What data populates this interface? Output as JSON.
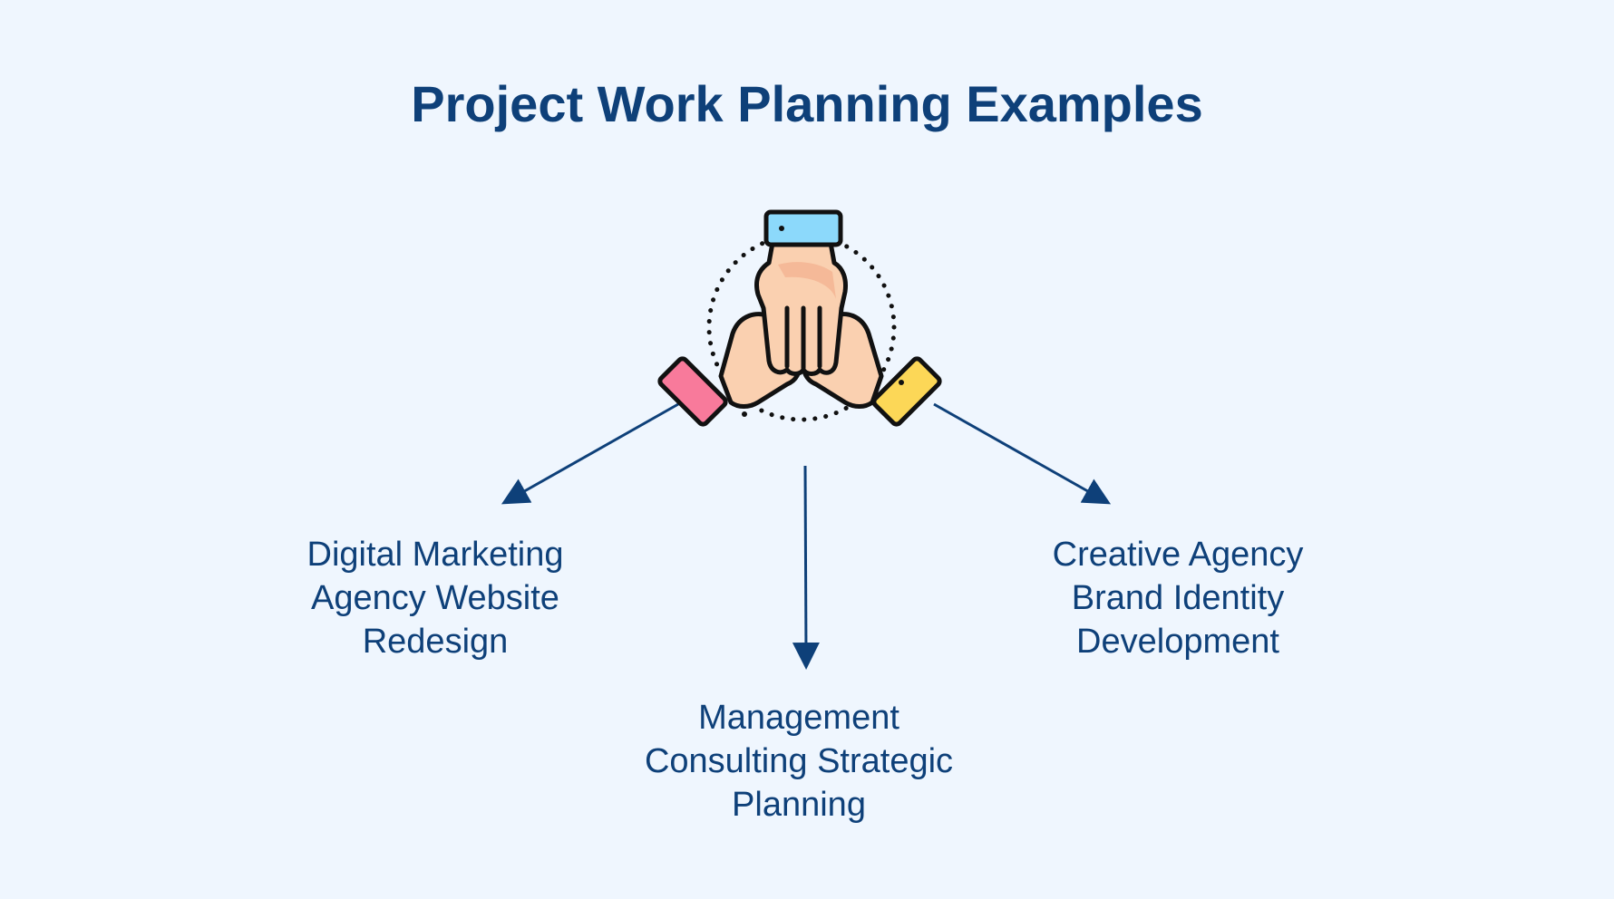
{
  "title": "Project Work Planning Examples",
  "icon": "teamwork-hands-icon",
  "colors": {
    "background": "#EFF6FE",
    "text": "#0E4079",
    "arrow": "#0E4079",
    "skin": "#FAD0B0",
    "cuff_blue": "#8CD9FB",
    "cuff_pink": "#F87A9B",
    "cuff_yellow": "#FCD757"
  },
  "examples": [
    {
      "id": "digital-marketing",
      "lines": [
        "Digital Marketing",
        "Agency Website",
        "Redesign"
      ]
    },
    {
      "id": "management-consulting",
      "lines": [
        "Management",
        "Consulting Strategic",
        "Planning"
      ]
    },
    {
      "id": "creative-agency",
      "lines": [
        "Creative Agency",
        "Brand Identity",
        "Development"
      ]
    }
  ]
}
